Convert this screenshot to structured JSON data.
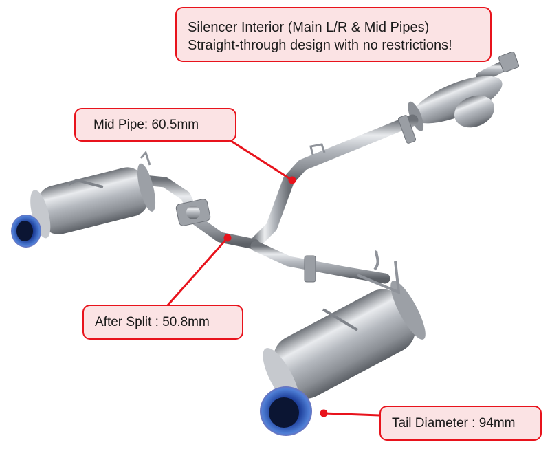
{
  "callouts": {
    "silencer": {
      "line1": "Silencer Interior (Main L/R & Mid Pipes)",
      "line2": "Straight-through design with no restrictions!"
    },
    "mid_pipe": {
      "label": "Mid Pipe: 60.5mm"
    },
    "after_split": {
      "label": "After Split : 50.8mm"
    },
    "tail": {
      "label": "Tail Diameter : 94mm"
    }
  },
  "colors": {
    "callout_border": "#e8131c",
    "callout_fill": "#fbe3e4",
    "leader_line": "#e8131c",
    "steel": "#b8bcc2",
    "titanium_tip": "#2f58b8"
  }
}
